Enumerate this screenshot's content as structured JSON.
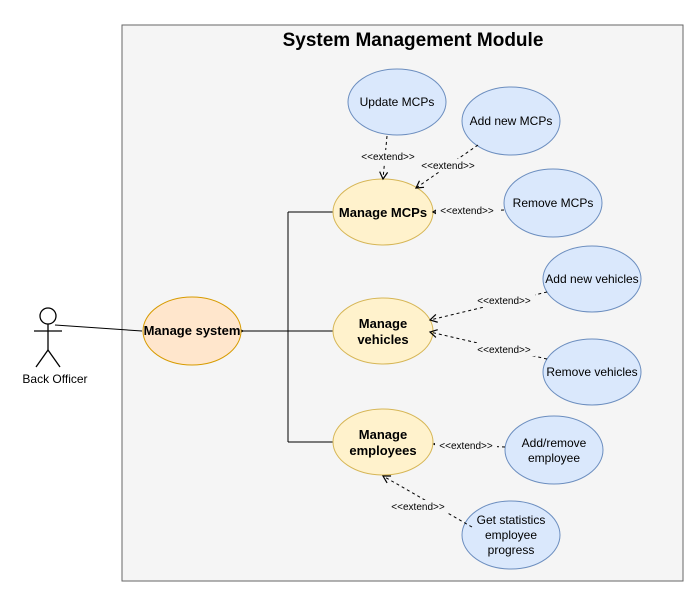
{
  "module": {
    "title": "System Management Module"
  },
  "actor": {
    "name": "Back Officer"
  },
  "use_cases": {
    "manage_system": "Manage system",
    "manage_mcps": "Manage MCPs",
    "manage_vehicles": [
      "Manage",
      "vehicles"
    ],
    "manage_employees": [
      "Manage",
      "employees"
    ],
    "update_mcps": "Update MCPs",
    "add_new_mcps": "Add new MCPs",
    "remove_mcps": "Remove MCPs",
    "add_new_vehicles": "Add new vehicles",
    "remove_vehicles": "Remove vehicles",
    "add_remove_employee": [
      "Add/remove",
      "employee"
    ],
    "get_statistics": [
      "Get statistics",
      "employee",
      "progress"
    ]
  },
  "relations": {
    "extend_label": "<<extend>>"
  },
  "colors": {
    "boundary_fill": "#f5f5f5",
    "boundary_stroke": "#666666",
    "main_fill": "#ffe6cc",
    "main_stroke": "#d79b00",
    "group_fill": "#fff2cc",
    "group_stroke": "#d6b656",
    "leaf_fill": "#dae8fc",
    "leaf_stroke": "#6c8ebf"
  }
}
